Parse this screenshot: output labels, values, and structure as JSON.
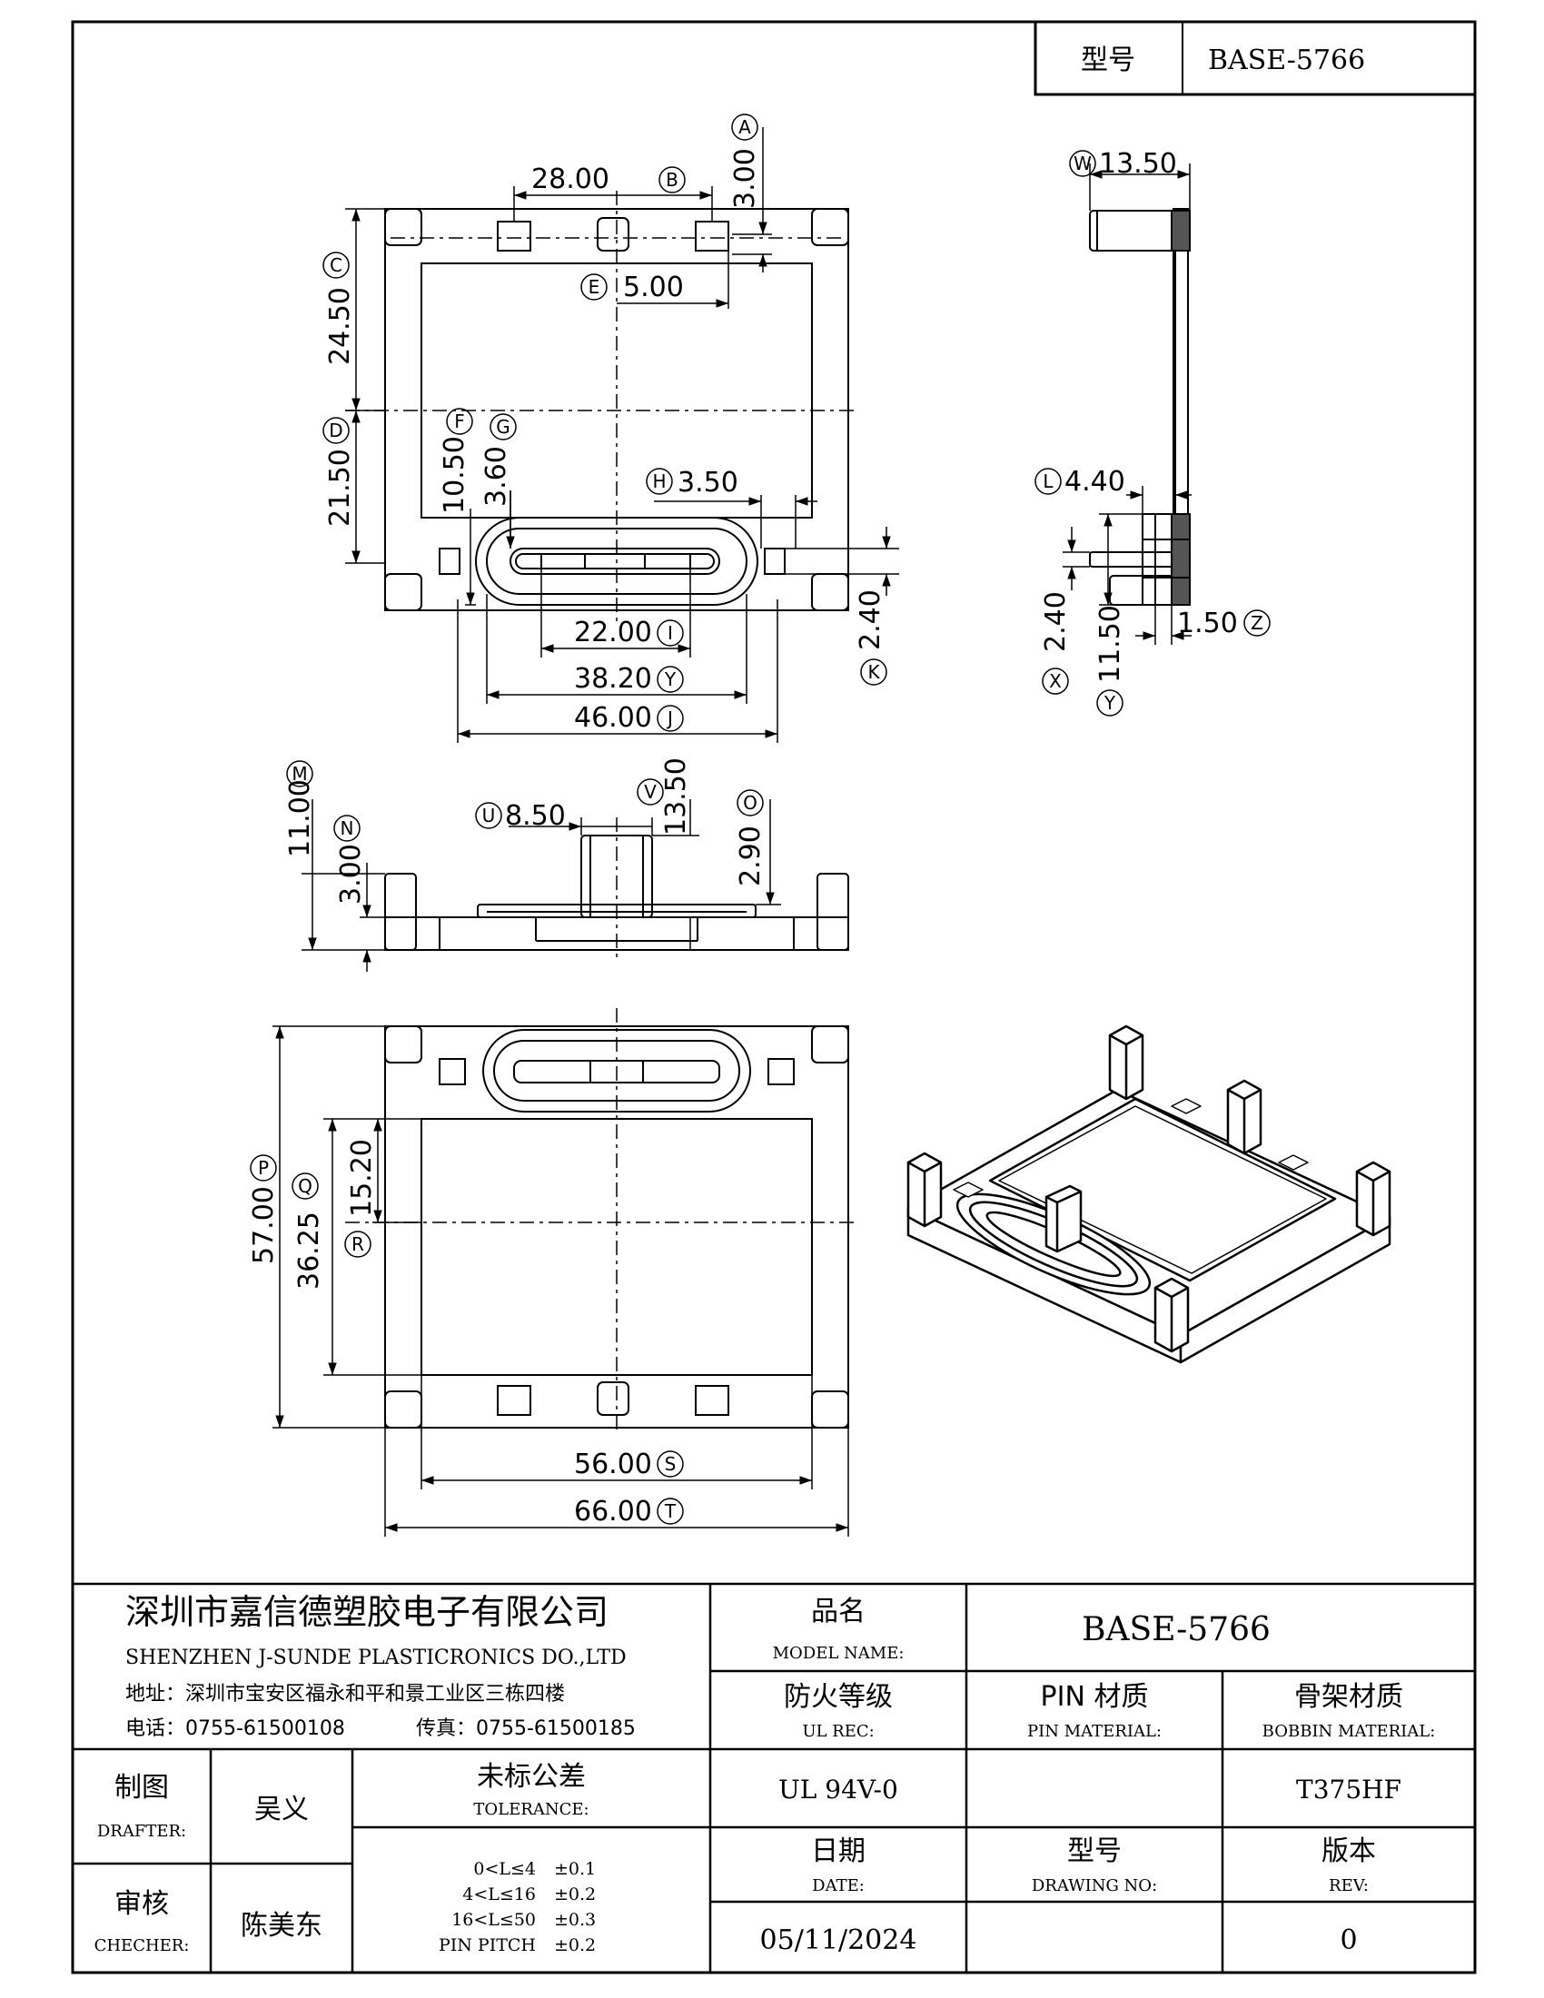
{
  "top_box": {
    "label": "型号",
    "value": "BASE-5766"
  },
  "top_view": {
    "A": "A",
    "B": "B",
    "C": "C",
    "D": "D",
    "E": "E",
    "F": "F",
    "G": "G",
    "H": "H",
    "I": "I",
    "Y": "Y",
    "J": "J",
    "K": "K",
    "dim_28": "28.00",
    "dim_3": "3.00",
    "dim_24_5": "24.50",
    "dim_5": "5.00",
    "dim_21_5": "21.50",
    "dim_10_5": "10.50",
    "dim_3_6": "3.60",
    "dim_3_5": "3.50",
    "dim_22": "22.00",
    "dim_38_2": "38.20",
    "dim_46": "46.00",
    "dim_2_4": "2.40"
  },
  "side_view": {
    "W": "W",
    "L": "L",
    "X": "X",
    "Y": "Y",
    "Z": "Z",
    "dim_13_5": "13.50",
    "dim_4_4": "4.40",
    "dim_2_4": "2.40",
    "dim_11_5": "11.50",
    "dim_1_5": "1.50"
  },
  "front_view": {
    "M": "M",
    "N": "N",
    "U": "U",
    "V": "V",
    "O": "O",
    "dim_11": "11.00",
    "dim_3": "3.00",
    "dim_8_5": "8.50",
    "dim_13_5": "13.50",
    "dim_2_9": "2.90"
  },
  "bottom_view": {
    "P": "P",
    "Q": "Q",
    "R": "R",
    "S": "S",
    "T": "T",
    "dim_57": "57.00",
    "dim_36_25": "36.25",
    "dim_15_2": "15.20",
    "dim_56": "56.00",
    "dim_66": "66.00"
  },
  "title_block": {
    "company_cn": "深圳市嘉信德塑胶电子有限公司",
    "company_en": "SHENZHEN J-SUNDE PLASTICRONICS DO.,LTD",
    "address": "地址：深圳市宝安区福永和平和景工业区三栋四楼",
    "phone": "电话：0755-61500108",
    "fax": "传真：0755-61500185",
    "model_name_cn": "品名",
    "model_name_en": "MODEL NAME:",
    "model_value": "BASE-5766",
    "ul_rec_cn": "防火等级",
    "ul_rec_en": "UL REC:",
    "pin_mat_cn": "PIN 材质",
    "pin_mat_en": "PIN MATERIAL:",
    "bobbin_mat_cn": "骨架材质",
    "bobbin_mat_en": "BOBBIN MATERIAL:",
    "drafter_cn": "制图",
    "drafter_en": "DRAFTER:",
    "drafter_name": "吴义",
    "checker_cn": "审核",
    "checker_en": "CHECHER:",
    "checker_name": "陈美东",
    "tolerance_cn": "未标公差",
    "tolerance_en": "TOLERANCE:",
    "tol_rows": [
      {
        "range": "0<L≤4",
        "value": "±0.1"
      },
      {
        "range": "4<L≤16",
        "value": "±0.2"
      },
      {
        "range": "16<L≤50",
        "value": "±0.3"
      },
      {
        "range": "PIN PITCH",
        "value": "±0.2"
      }
    ],
    "ul_value": "UL 94V-0",
    "bobbin_value": "T375HF",
    "date_cn": "日期",
    "date_en": "DATE:",
    "drawing_no_cn": "型号",
    "drawing_no_en": "DRAWING NO:",
    "rev_cn": "版本",
    "rev_en": "REV:",
    "date_value": "05/11/2024",
    "rev_value": "0"
  }
}
